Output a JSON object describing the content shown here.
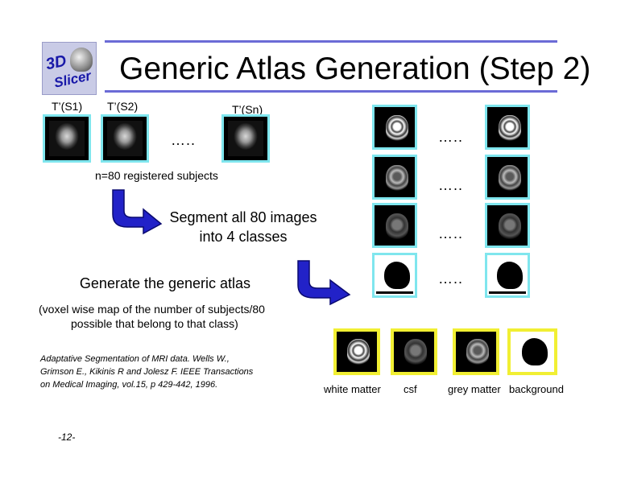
{
  "logo": {
    "line1": "3D",
    "line2": "Slicer"
  },
  "title": "Generic Atlas Generation (Step 2)",
  "subjects": {
    "s1": "T’(S1)",
    "s2": "T’(S2)",
    "sn": "T’(Sn)",
    "dots": "…..",
    "count": "n=80 registered subjects"
  },
  "step1": {
    "line1": "Segment all 80 images",
    "line2": "into 4 classes"
  },
  "step2": {
    "title": "Generate the generic atlas",
    "desc1": "(voxel wise map of the number of subjects/80",
    "desc2": "possible that belong to that class)"
  },
  "grid_dots": "…..",
  "citation": {
    "line1": "Adaptative Segmentation of MRI data. Wells W.,",
    "line2": "Grimson E., Kikinis R and Jolesz F. IEEE Transactions",
    "line3": "on Medical Imaging, vol.15, p 429-442, 1996."
  },
  "classes": {
    "white_matter": "white matter",
    "csf": "csf",
    "grey_matter": "grey matter",
    "background": "background"
  },
  "page_number": "-12-",
  "colors": {
    "rule": "#6b6bd6",
    "arrow": "#2222c8",
    "cyan_frame": "#7fe6ee",
    "yellow_frame": "#f1ef33"
  }
}
